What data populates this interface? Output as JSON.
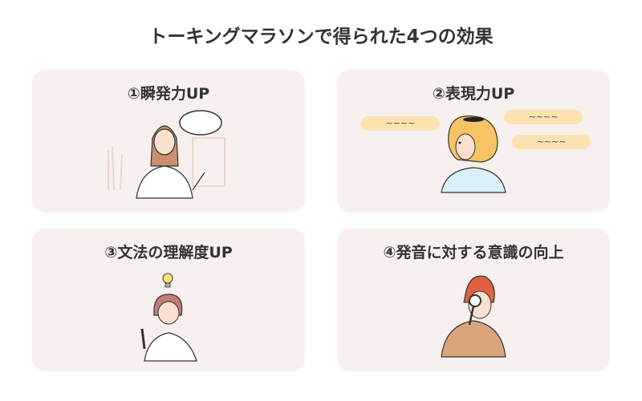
{
  "title": "トーキングマラソンで得られた4つの効果",
  "cards": [
    {
      "label": "①瞬発力UP"
    },
    {
      "label": "②表現力UP",
      "bubbles": [
        "~~~~",
        "~~~~",
        "~~~~"
      ]
    },
    {
      "label": "③文法の理解度UP"
    },
    {
      "label": "④発音に対する意識の向上"
    }
  ],
  "colors": {
    "card_bg": "#f8f0ee",
    "bubble": "#fbe3b0",
    "text": "#333333"
  }
}
